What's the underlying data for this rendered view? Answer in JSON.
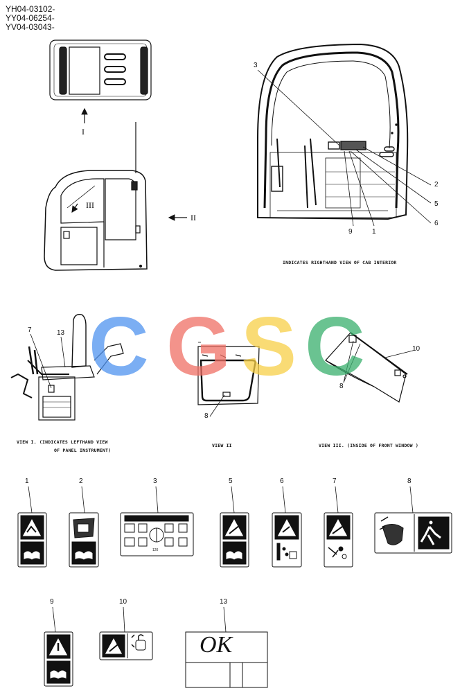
{
  "header": {
    "serials": [
      "YH04-03102-",
      "YY04-06254-",
      "YV04-03043-"
    ]
  },
  "views": {
    "roman_1": "I",
    "roman_2": "II",
    "roman_3": "III",
    "right_caption": "INDICATES RIGHTHAND VIEW OF CAB INTERIOR",
    "view1_caption_line1": "VIEW I.  (INDICATES LEFTHAND VIEW",
    "view1_caption_line2": "OF PANEL INSTRUMENT)",
    "view2_caption": "VIEW II",
    "view3_caption": "VIEW III.  (INSIDE OF FRONT WINDOW )"
  },
  "callouts": {
    "cab": [
      "3",
      "2",
      "5",
      "6",
      "9",
      "1"
    ],
    "view1": [
      "7",
      "13"
    ],
    "view2": [
      "8"
    ],
    "view3": [
      "10",
      "8"
    ]
  },
  "decals": [
    {
      "number": "1"
    },
    {
      "number": "2"
    },
    {
      "number": "3",
      "caption": "120"
    },
    {
      "number": "5"
    },
    {
      "number": "6"
    },
    {
      "number": "7"
    },
    {
      "number": "8"
    },
    {
      "number": "9"
    },
    {
      "number": "10"
    },
    {
      "number": "13",
      "label": "OK"
    }
  ],
  "watermark": {
    "letters": [
      "C",
      "G",
      "S",
      "C"
    ],
    "colors": [
      "#4f93f0",
      "#f07065",
      "#f8d047",
      "#39b06d"
    ]
  }
}
